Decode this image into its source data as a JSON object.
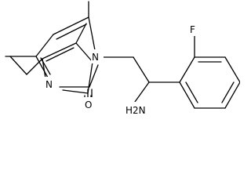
{
  "molecule": {
    "atoms": {
      "fluorine": "F",
      "ring_nitrogen_1": "N",
      "ring_nitrogen_3": "N",
      "carbonyl_oxygen": "O",
      "amine": "H2N"
    }
  }
}
